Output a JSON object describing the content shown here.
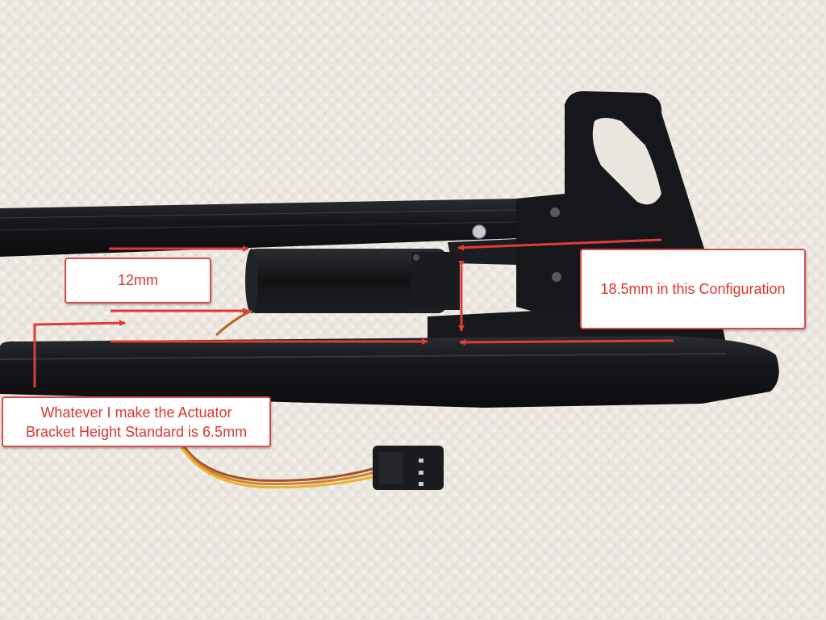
{
  "annotations": {
    "gap_label": "12mm",
    "config_label": "18.5mm in this Configuration",
    "note_line1": "Whatever I make the Actuator",
    "note_line2": "Bracket Height Standard is 6.5mm"
  },
  "colors": {
    "annotation_red": "#e03b35",
    "towel": "#ebe7e0",
    "part_black": "#141517"
  }
}
